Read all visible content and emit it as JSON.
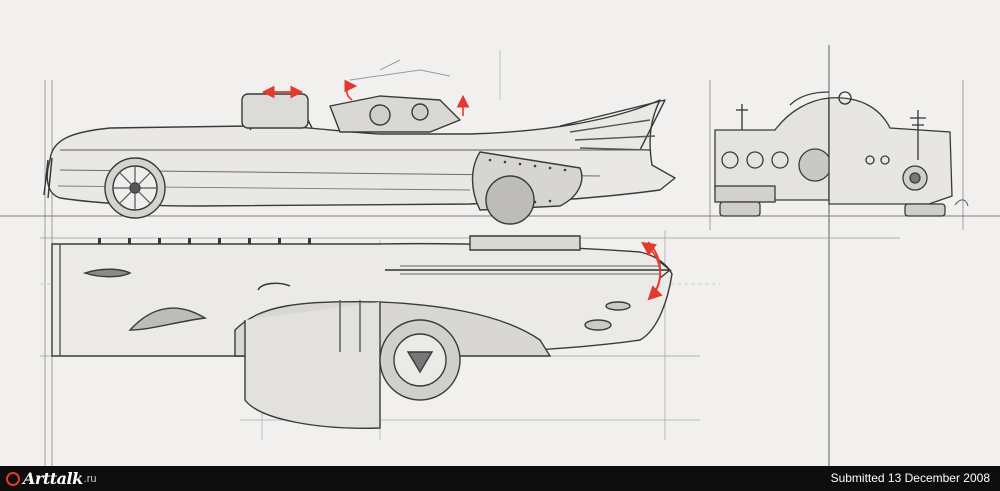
{
  "artwork": {
    "subject": "concept-car-blueprint-sketch",
    "annotation_color": "#e23a2e",
    "pencil_color": "#3a3a3a",
    "paper_color": "#f1f0ee"
  },
  "footer": {
    "logo_text": "Arttalk",
    "logo_tld": ".ru",
    "submitted_text": "Submitted 13 December 2008",
    "background": "#0e0e0e"
  }
}
